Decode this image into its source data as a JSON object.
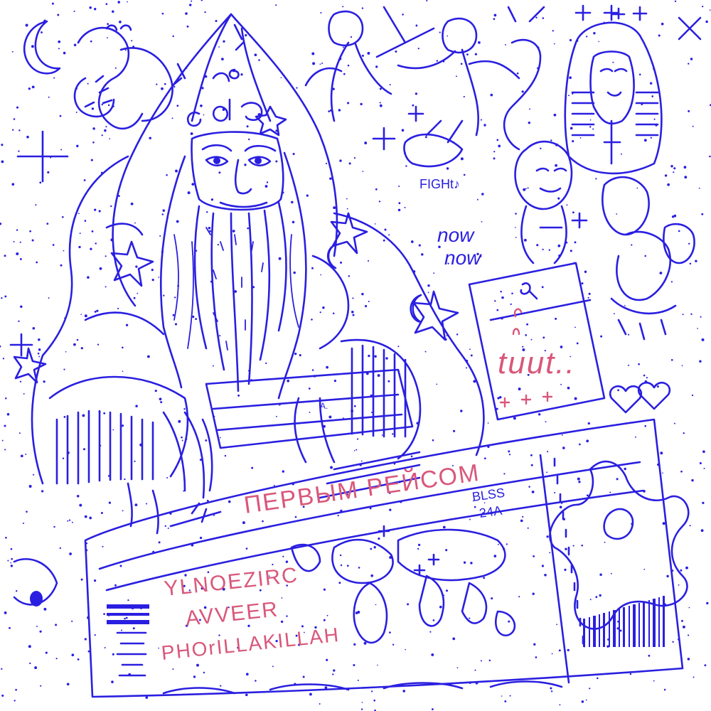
{
  "ticket": {
    "route": "ПЕРВЫМ РЕЙСОМ",
    "artists": [
      "YLNOEZIRC",
      "AVVEER",
      "PHOrILLAKILLAH"
    ],
    "flight_code": [
      "BLSS",
      "24A"
    ]
  },
  "doodles": {
    "fight_text": "FIGHt♪",
    "now_text": [
      "now",
      "now"
    ],
    "scroll_letter": "A.",
    "signature": "tuut.."
  },
  "colors": {
    "ink": "#2a1fe0",
    "accent": "#d9577a",
    "paper": "#ffffff"
  },
  "icons": [
    "crescent-moon-icon",
    "star-icon",
    "heart-icon",
    "eye-icon",
    "barcode-icon",
    "world-map-icon",
    "airplane-icon"
  ]
}
